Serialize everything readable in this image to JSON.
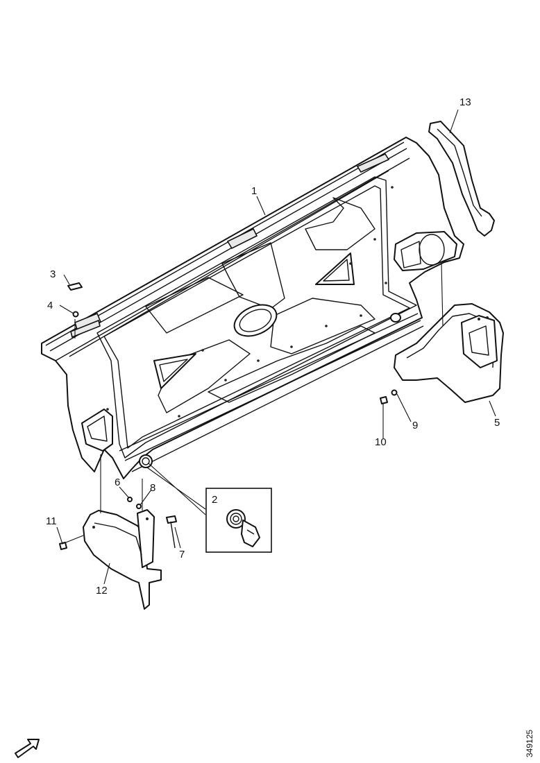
{
  "diagram": {
    "callouts": [
      {
        "id": "1",
        "label": "1"
      },
      {
        "id": "2",
        "label": "2"
      },
      {
        "id": "3",
        "label": "3"
      },
      {
        "id": "4",
        "label": "4"
      },
      {
        "id": "5",
        "label": "5"
      },
      {
        "id": "6",
        "label": "6"
      },
      {
        "id": "7",
        "label": "7"
      },
      {
        "id": "8",
        "label": "8"
      },
      {
        "id": "9",
        "label": "9"
      },
      {
        "id": "10",
        "label": "10"
      },
      {
        "id": "11",
        "label": "11"
      },
      {
        "id": "12",
        "label": "12"
      },
      {
        "id": "13",
        "label": "13"
      }
    ],
    "drawing_number": "349125"
  }
}
